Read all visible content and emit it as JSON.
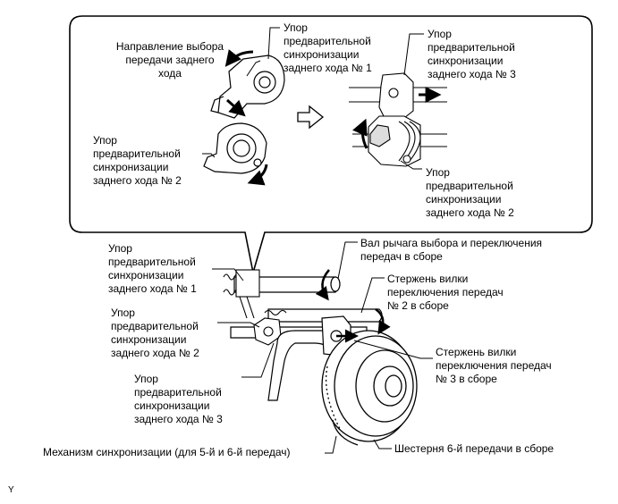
{
  "callout": {
    "reverse_direction": "Направление выбора\nпередачи заднего\nхода",
    "stop1_top": "Упор\nпредварительной\nсинхронизации\nзаднего хода № 1",
    "stop2_left": "Упор\nпредварительной\nсинхронизации\nзаднего хода № 2",
    "stop3_right": "Упор\nпредварительной\nсинхронизации\nзаднего хода № 3",
    "stop2_right": "Упор\nпредварительной\nсинхронизации\nзаднего хода № 2"
  },
  "main": {
    "stop1": "Упор\nпредварительной\nсинхронизации\nзаднего хода № 1",
    "stop2": "Упор\nпредварительной\nсинхронизации\nзаднего хода № 2",
    "stop3": "Упор\nпредварительной\nсинхронизации\nзаднего хода № 3",
    "shift_lever_shaft": "Вал рычага выбора и переключения\nпередач в сборе",
    "fork_rod_2": "Стержень вилки\nпереключения передач\n№ 2 в сборе",
    "fork_rod_3": "Стержень вилки\nпереключения передач\n№ 3 в сборе",
    "synchronizer": "Механизм синхронизации (для 5-й и 6-й передач)",
    "gear6": "Шестерня 6-й передачи в сборе"
  },
  "footer_mark": "Y"
}
